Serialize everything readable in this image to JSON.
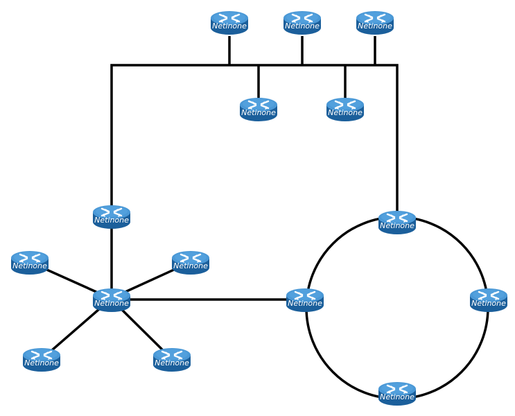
{
  "diagram": {
    "node_label": "Netinone",
    "node_icon": "router-icon",
    "colors": {
      "line": "#000000",
      "router_top": "#4a98d6",
      "router_side": "#1b5f9b",
      "router_arrows": "#ffffff",
      "label": "#ffffff"
    },
    "nodes": [
      {
        "id": "bus-router-1",
        "label": "Netinone"
      },
      {
        "id": "bus-router-2",
        "label": "Netinone"
      },
      {
        "id": "bus-router-3",
        "label": "Netinone"
      },
      {
        "id": "bus-router-4",
        "label": "Netinone"
      },
      {
        "id": "bus-router-5",
        "label": "Netinone"
      },
      {
        "id": "star-upper-router",
        "label": "Netinone"
      },
      {
        "id": "star-hub-router",
        "label": "Netinone"
      },
      {
        "id": "star-left-router",
        "label": "Netinone"
      },
      {
        "id": "star-right-router",
        "label": "Netinone"
      },
      {
        "id": "star-bottom-left-router",
        "label": "Netinone"
      },
      {
        "id": "star-bottom-right-router",
        "label": "Netinone"
      },
      {
        "id": "ring-top-router",
        "label": "Netinone"
      },
      {
        "id": "ring-left-router",
        "label": "Netinone"
      },
      {
        "id": "ring-right-router",
        "label": "Netinone"
      },
      {
        "id": "ring-bottom-router",
        "label": "Netinone"
      }
    ]
  }
}
